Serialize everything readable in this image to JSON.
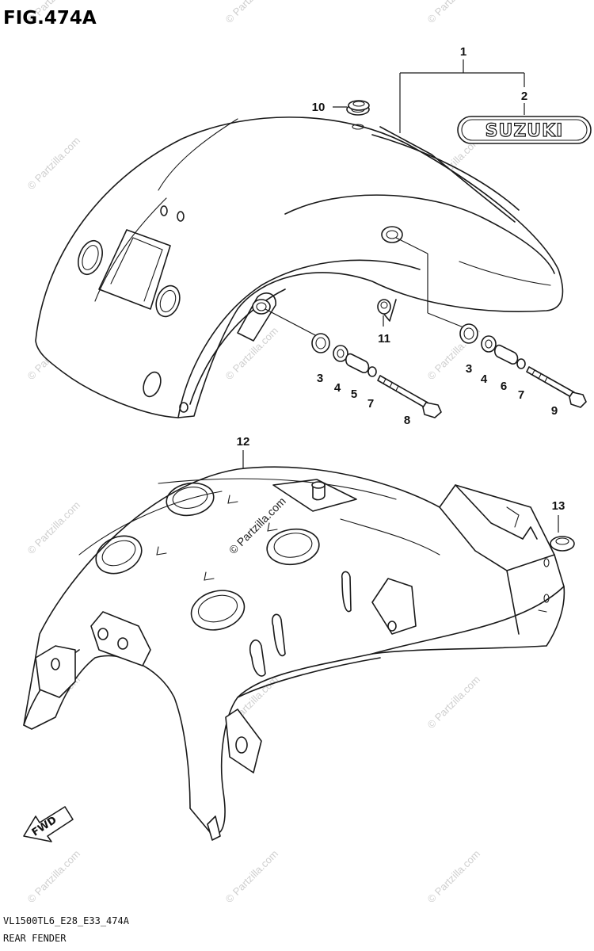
{
  "figure": {
    "title": "FIG.474A",
    "model_code": "VL1500TL6_E28_E33_474A",
    "section_name": "REAR FENDER"
  },
  "emblem_text": "SUZUKI",
  "direction_arrow_text": "FWD",
  "watermark": {
    "text": "© Partzilla.com"
  },
  "callouts": {
    "c1": "1",
    "c2": "2",
    "c3a": "3",
    "c3b": "3",
    "c4a": "4",
    "c4b": "4",
    "c5": "5",
    "c6": "6",
    "c7a": "7",
    "c7b": "7",
    "c8": "8",
    "c9": "9",
    "c10": "10",
    "c11": "11",
    "c12": "12",
    "c13": "13"
  },
  "colors": {
    "line": "#1a1a1a",
    "watermark": "#cfcfcf",
    "background": "#ffffff"
  }
}
